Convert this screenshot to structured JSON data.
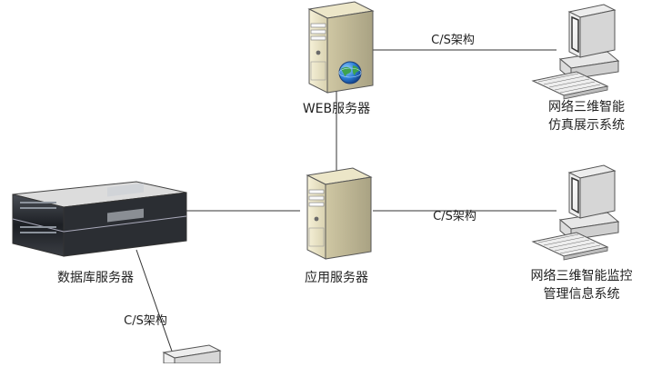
{
  "nodes": {
    "web_server": {
      "label": "WEB服务器"
    },
    "app_server": {
      "label": "应用服务器"
    },
    "db_server": {
      "label": "数据库服务器"
    },
    "sim_client": {
      "label_line1": "网络三维智能",
      "label_line2": "仿真展示系统"
    },
    "monitor_client": {
      "label_line1": "网络三维智能监控",
      "label_line2": "管理信息系统"
    }
  },
  "edges": {
    "web_to_sim": "C/S架构",
    "app_to_monitor": "C/S架构",
    "db_to_client": "C/S架构"
  },
  "icons": {
    "tower_server": "tower-server-icon",
    "rack_server": "rack-server-icon",
    "desktop_pc": "desktop-computer-icon",
    "globe": "globe-icon"
  }
}
